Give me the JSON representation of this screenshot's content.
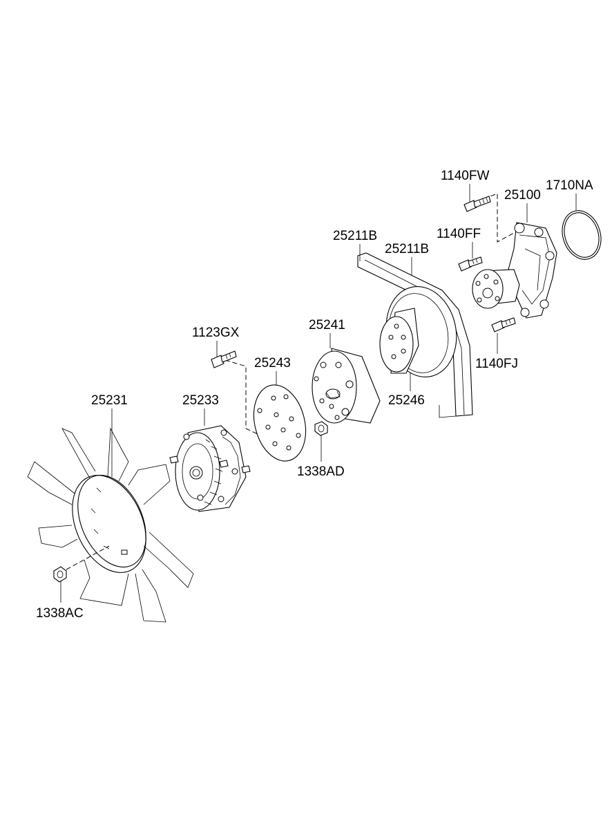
{
  "parts": [
    {
      "id": "p-1140FW",
      "label": "1140FW"
    },
    {
      "id": "p-1710NA",
      "label": "1710NA"
    },
    {
      "id": "p-25100",
      "label": "25100"
    },
    {
      "id": "p-1140FF",
      "label": "1140FF"
    },
    {
      "id": "p-25211B-a",
      "label": "25211B"
    },
    {
      "id": "p-25211B-b",
      "label": "25211B"
    },
    {
      "id": "p-25241",
      "label": "25241"
    },
    {
      "id": "p-1123GX",
      "label": "1123GX"
    },
    {
      "id": "p-25243",
      "label": "25243"
    },
    {
      "id": "p-1140FJ",
      "label": "1140FJ"
    },
    {
      "id": "p-25246",
      "label": "25246"
    },
    {
      "id": "p-25231",
      "label": "25231"
    },
    {
      "id": "p-25233",
      "label": "25233"
    },
    {
      "id": "p-1338AD",
      "label": "1338AD"
    },
    {
      "id": "p-1338AC",
      "label": "1338AC"
    }
  ]
}
